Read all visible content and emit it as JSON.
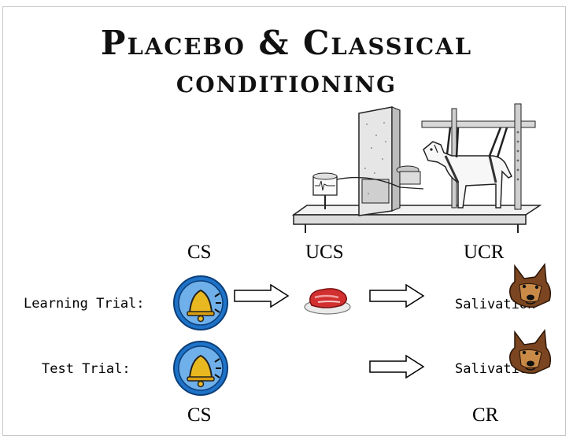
{
  "title": {
    "line1": "Placebo & Classical",
    "line2": "conditioning"
  },
  "columns": {
    "cs": "CS",
    "ucs": "UCS",
    "ucr": "UCR"
  },
  "rows": {
    "learning": {
      "label": "Learning Trial:",
      "response": "Salivation"
    },
    "test": {
      "label": "Test Trial:",
      "response": "Salivation"
    }
  },
  "bottom_labels": {
    "cs": "CS",
    "cr": "CR"
  },
  "icons": [
    "bell-icon",
    "steak-icon",
    "dog-head-icon",
    "arrow-right-icon",
    "pavlov-apparatus-illustration"
  ],
  "colors": {
    "bell_ring": "#1e73c8",
    "bell_gold": "#e8b820",
    "steak": "#d23030",
    "dog": "#7a4520"
  }
}
